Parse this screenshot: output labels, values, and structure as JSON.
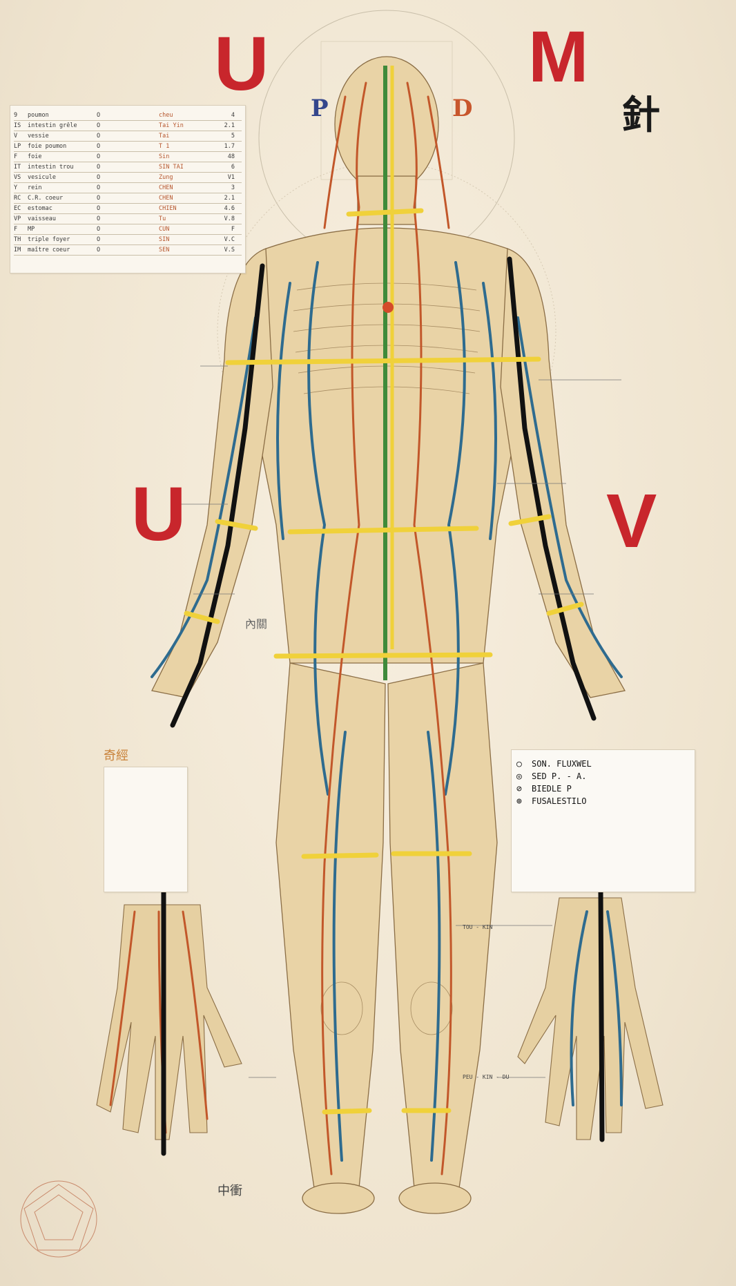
{
  "letters": {
    "top_left": "U",
    "top_right": "M",
    "mid_left": "U",
    "mid_right": "V",
    "head_left": "P",
    "head_right": "D"
  },
  "kanji_title": "針",
  "legend": {
    "items": [
      {
        "symbol": "○",
        "label": "SON. FLUXWEL"
      },
      {
        "symbol": "◎",
        "label": "SED P. - A."
      },
      {
        "symbol": "⊘",
        "label": "BIEDLE P"
      },
      {
        "symbol": "⊕",
        "label": "FUSALESTILO"
      }
    ]
  },
  "left_table_rows": [
    {
      "code": "9",
      "name": "poumon",
      "sym": "O",
      "meta": "cheu",
      "num": "4"
    },
    {
      "code": "IS",
      "name": "intestin grêle",
      "sym": "O",
      "meta": "Tai Yin",
      "num": "2.1"
    },
    {
      "code": "V",
      "name": "vessie",
      "sym": "O",
      "meta": "Tai",
      "num": "5"
    },
    {
      "code": "LP",
      "name": "foie poumon",
      "sym": "O",
      "meta": "T 1",
      "num": "1.7"
    },
    {
      "code": "F",
      "name": "foie",
      "sym": "O",
      "meta": "Sin",
      "num": "48"
    },
    {
      "code": "IT",
      "name": "intestin trou",
      "sym": "O",
      "meta": "SIN TAI",
      "num": "6"
    },
    {
      "code": "VS",
      "name": "vesicule",
      "sym": "O",
      "meta": "Zung",
      "num": "V1"
    },
    {
      "code": "Y",
      "name": "rein",
      "sym": "O",
      "meta": "CHEN",
      "num": "3"
    },
    {
      "code": "RC",
      "name": "C.R. coeur",
      "sym": "O",
      "meta": "CHEN",
      "num": "2.1"
    },
    {
      "code": "EC",
      "name": "estomac",
      "sym": "O",
      "meta": "CHIEN",
      "num": "4.6"
    },
    {
      "code": "VP",
      "name": "vaisseau",
      "sym": "O",
      "meta": "Tu",
      "num": "V.8"
    },
    {
      "code": "F",
      "name": "MP",
      "sym": "O",
      "meta": "CUN",
      "num": "F"
    },
    {
      "code": "TH",
      "name": "triple foyer",
      "sym": "O",
      "meta": "SIN",
      "num": "V.C"
    },
    {
      "code": "IM",
      "name": "maître coeur",
      "sym": "O",
      "meta": "SEN",
      "num": "V.S"
    }
  ],
  "notes": {
    "card_title": "奇經",
    "bottom_center": "中衝",
    "mid_center": "內關",
    "wrist_label": "TOU - KIN",
    "foot_label": "PEU - KIN - DU"
  },
  "colors": {
    "red_letter": "#c8262c",
    "yellow_band": "#f0d13a",
    "blue_vessel": "#2e6b8f",
    "orange_vessel": "#c2572a",
    "green_axis": "#3f8a3a",
    "skin": "#e9d3a6"
  }
}
